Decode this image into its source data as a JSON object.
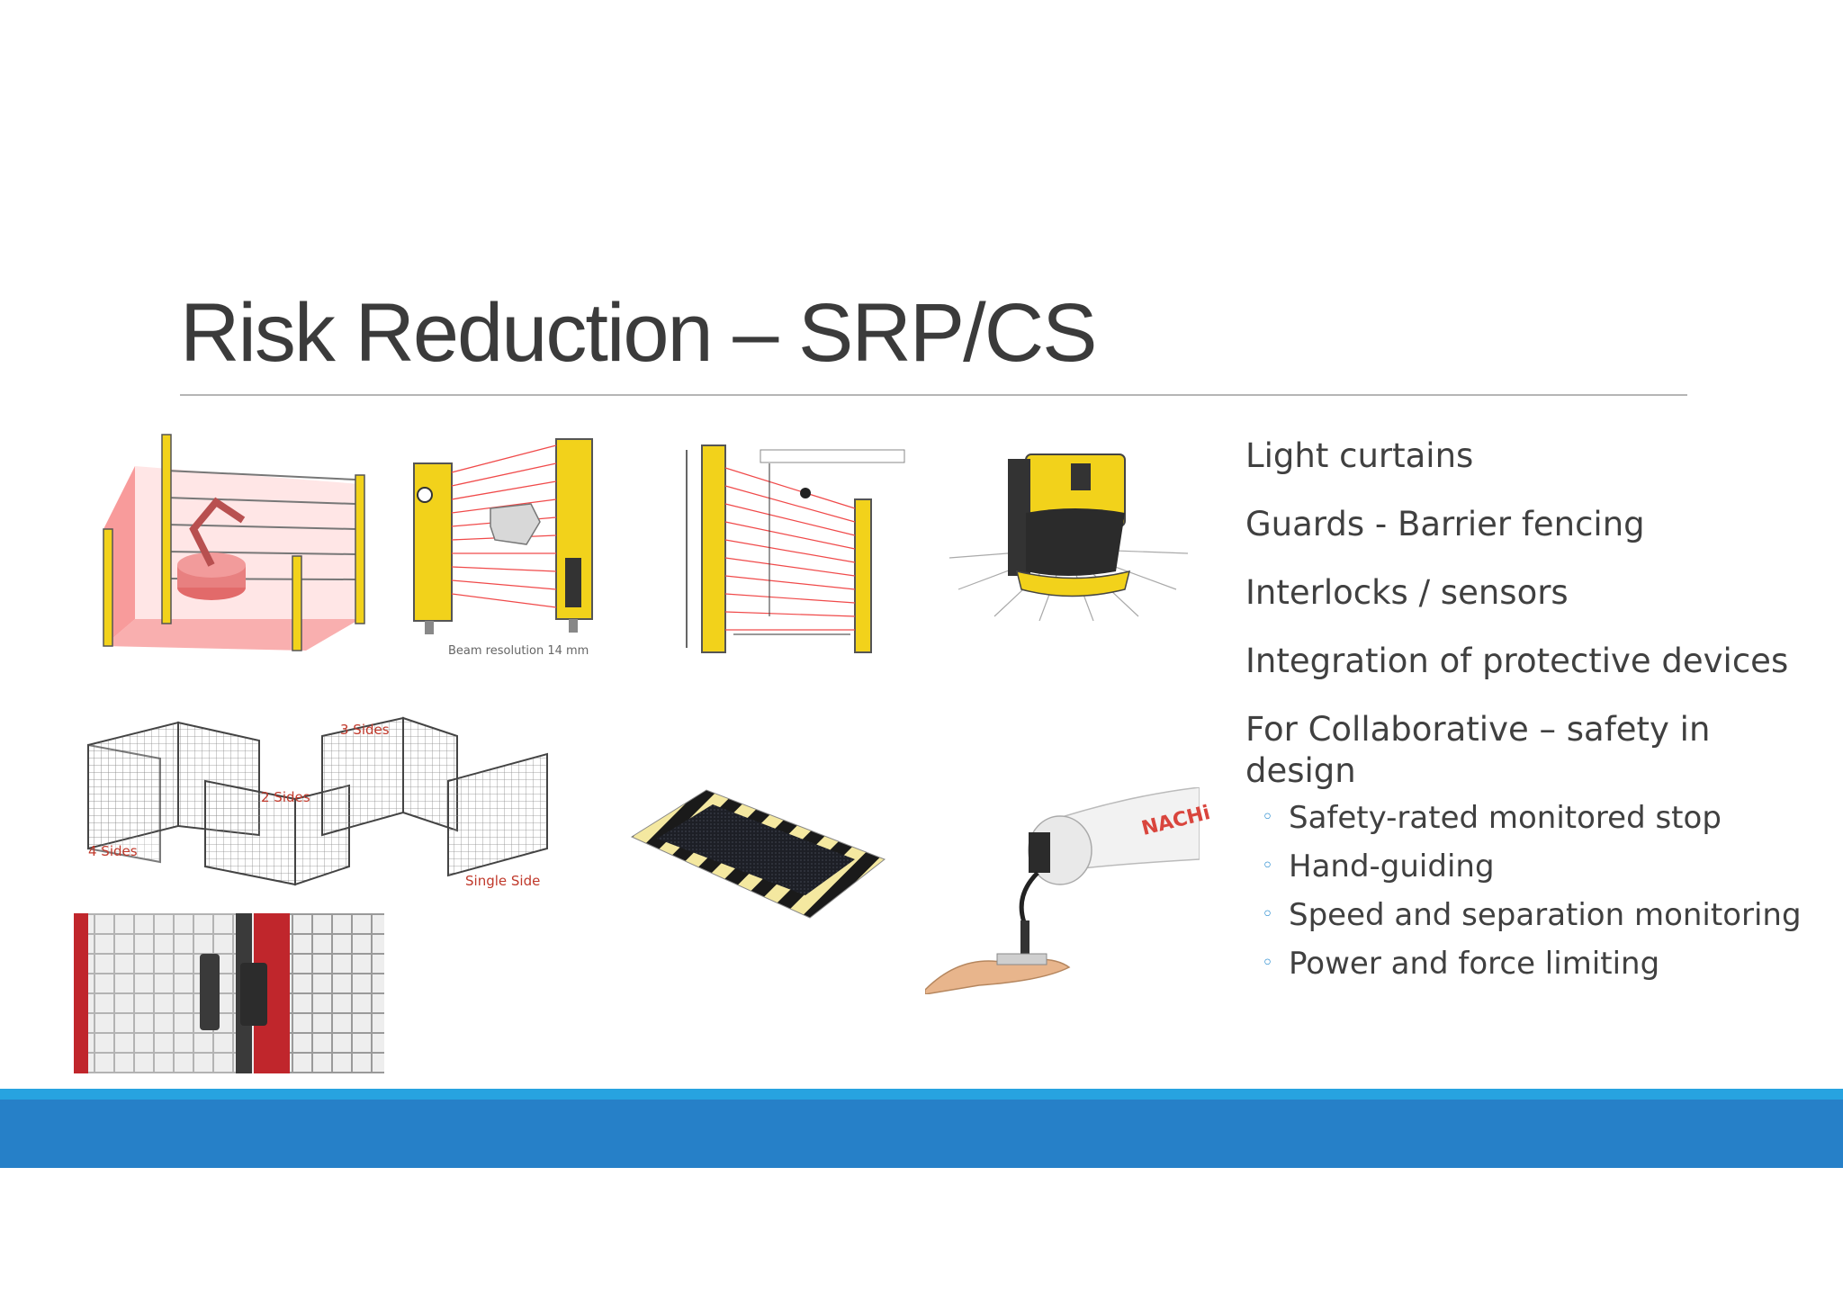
{
  "slide": {
    "title": "Risk Reduction – SRP/CS"
  },
  "images": {
    "light_curtain_cell": {
      "icon": "light-curtain-cell-illustration"
    },
    "light_curtain_hand": {
      "icon": "light-curtain-hand-illustration",
      "caption": "Beam resolution 14 mm"
    },
    "light_curtain_dimensions": {
      "icon": "light-curtain-dimension-diagram"
    },
    "laser_scanner": {
      "icon": "safety-laser-scanner-photo"
    },
    "fence_configurations": {
      "icon": "barrier-fence-configurations",
      "labels": [
        "3 Sides",
        "2 Sides",
        "4 Sides",
        "Single Side"
      ]
    },
    "safety_mat": {
      "icon": "safety-mat-photo"
    },
    "robot_hand_guiding": {
      "icon": "collaborative-robot-photo",
      "brand": "NACHi"
    },
    "interlock_gate": {
      "icon": "interlock-gate-photo"
    }
  },
  "bullets": [
    {
      "text": "Light curtains"
    },
    {
      "text": "Guards - Barrier fencing"
    },
    {
      "text": "Interlocks / sensors"
    },
    {
      "text": "Integration of protective devices"
    },
    {
      "text": "For Collaborative – safety in design",
      "subitems": [
        "Safety-rated monitored stop",
        "Hand-guiding",
        "Speed and separation monitoring",
        "Power and force limiting"
      ]
    }
  ],
  "colors": {
    "accent_light": "#27a3e0",
    "accent_dark": "#2680c8",
    "bullet_mark": "#2a8dd0",
    "safety_yellow": "#f2d21b",
    "beam_red": "#f04a4a"
  },
  "bullet_mark_glyph": "◦"
}
